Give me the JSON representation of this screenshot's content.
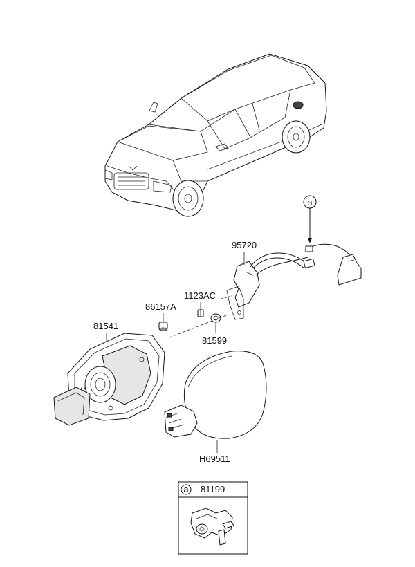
{
  "parts": {
    "p95720": "95720",
    "p1123AC": "1123AC",
    "p86157A": "86157A",
    "p81541": "81541",
    "p81599": "81599",
    "pH69511": "H69511"
  },
  "callout": {
    "marker": "a"
  },
  "inset": {
    "marker": "a",
    "part_number": "81199"
  },
  "icons": [
    "vehicle-illustration",
    "fuel-filler-housing",
    "fuel-door",
    "actuator-cable",
    "clip-icon"
  ]
}
